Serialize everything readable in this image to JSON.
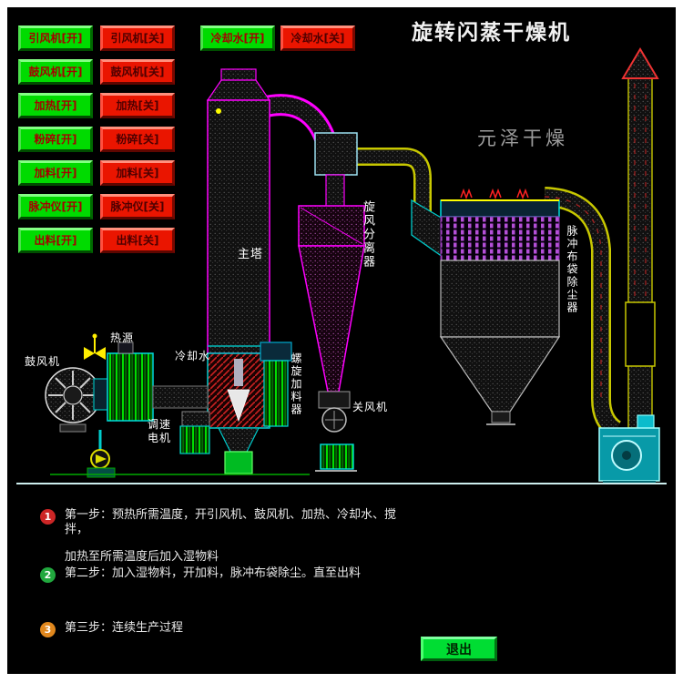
{
  "title": "旋转闪蒸干燥机",
  "watermark": "元泽干燥",
  "controls": {
    "rows": [
      {
        "on": "引风机[开]",
        "off": "引风机[关]"
      },
      {
        "on": "鼓风机[开]",
        "off": "鼓风机[关]"
      },
      {
        "on": "加热[开]",
        "off": "加热[关]"
      },
      {
        "on": "粉碎[开]",
        "off": "粉碎[关]"
      },
      {
        "on": "加料[开]",
        "off": "加料[关]"
      },
      {
        "on": "脉冲仪[开]",
        "off": "脉冲仪[关]"
      },
      {
        "on": "出料[开]",
        "off": "出料[关]"
      }
    ],
    "cooling": {
      "on": "冷却水[开]",
      "off": "冷却水[关]"
    },
    "exit_label": "退出"
  },
  "diagram_labels": {
    "blower": "鼓风机",
    "heat_source": "热源",
    "cooling_water": "冷却水",
    "main_tower": "主塔",
    "screw_feeder": "螺旋加料器",
    "speed_motor": "调速电机",
    "cyclone": "旋风分离器",
    "rotary_valve": "关风机",
    "dust_collector": "脉冲布袋除尘器"
  },
  "steps": [
    {
      "num": "1",
      "line1": "第一步：预热所需温度，开引风机、鼓风机、加热、冷却水、搅拌，",
      "line2": "加热至所需温度后加入湿物料"
    },
    {
      "num": "2",
      "line1": "第二步：加入湿物料，开加料，脉冲布袋除尘。直至出料"
    },
    {
      "num": "3",
      "line1": "第三步：连续生产过程"
    }
  ],
  "colors": {
    "on_button": "#00db00",
    "off_button": "#ea1500",
    "tower_outline": "#ff00ff",
    "equipment_outline": "#00ffff",
    "duct_outline": "#cccc00",
    "step1_badge": "#cc2626",
    "step2_badge": "#21a83e",
    "step3_badge": "#e0871d"
  }
}
